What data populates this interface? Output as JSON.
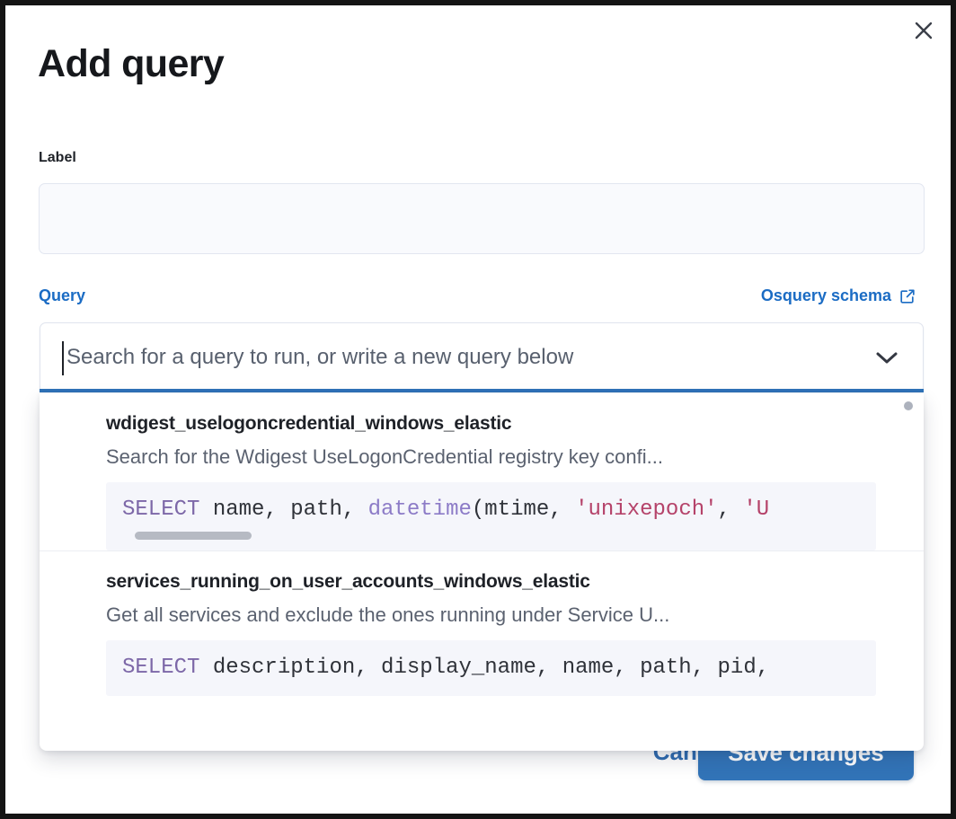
{
  "modal": {
    "title": "Add query",
    "close_icon": "close-icon"
  },
  "label_field": {
    "label": "Label",
    "value": "",
    "placeholder": ""
  },
  "query_section": {
    "legend": "Query",
    "schema_link_text": "Osquery schema",
    "schema_link_icon": "external-link-icon",
    "combobox": {
      "value": "",
      "placeholder": "Search for a query to run, or write a new query below",
      "chevron_icon": "chevron-down-icon"
    }
  },
  "dropdown": {
    "options": [
      {
        "title": "wdigest_uselogoncredential_windows_elastic",
        "description": "Search for the Wdigest UseLogonCredential registry key confi...",
        "code_plain": "SELECT name, path, datetime(mtime, 'unixepoch', 'U",
        "code_tokens": [
          {
            "t": "SELECT",
            "c": "kw"
          },
          {
            "t": " name, path, ",
            "c": ""
          },
          {
            "t": "datetime",
            "c": "fn"
          },
          {
            "t": "(mtime, ",
            "c": ""
          },
          {
            "t": "'unixepoch'",
            "c": "str"
          },
          {
            "t": ", ",
            "c": ""
          },
          {
            "t": "'U",
            "c": "str"
          }
        ],
        "has_hscrollbar": true
      },
      {
        "title": "services_running_on_user_accounts_windows_elastic",
        "description": "Get all services and exclude the ones running under Service U...",
        "code_plain": "SELECT description, display_name, name, path, pid,",
        "code_tokens": [
          {
            "t": "SELECT",
            "c": "kw"
          },
          {
            "t": " description, display_name, name, path, pid,",
            "c": ""
          }
        ],
        "has_hscrollbar": false
      }
    ]
  },
  "footer": {
    "cancel_label": "Cancel",
    "save_label": "Save changes"
  },
  "colors": {
    "accent_blue": "#1b6cc4",
    "button_blue": "#3274b8",
    "focus_underline": "#2f72b8",
    "code_bg": "#f5f6fb",
    "keyword_purple": "#7d68a8",
    "string_crimson": "#b5436a",
    "text_dark": "#1e2127",
    "text_muted": "#5b6270"
  }
}
